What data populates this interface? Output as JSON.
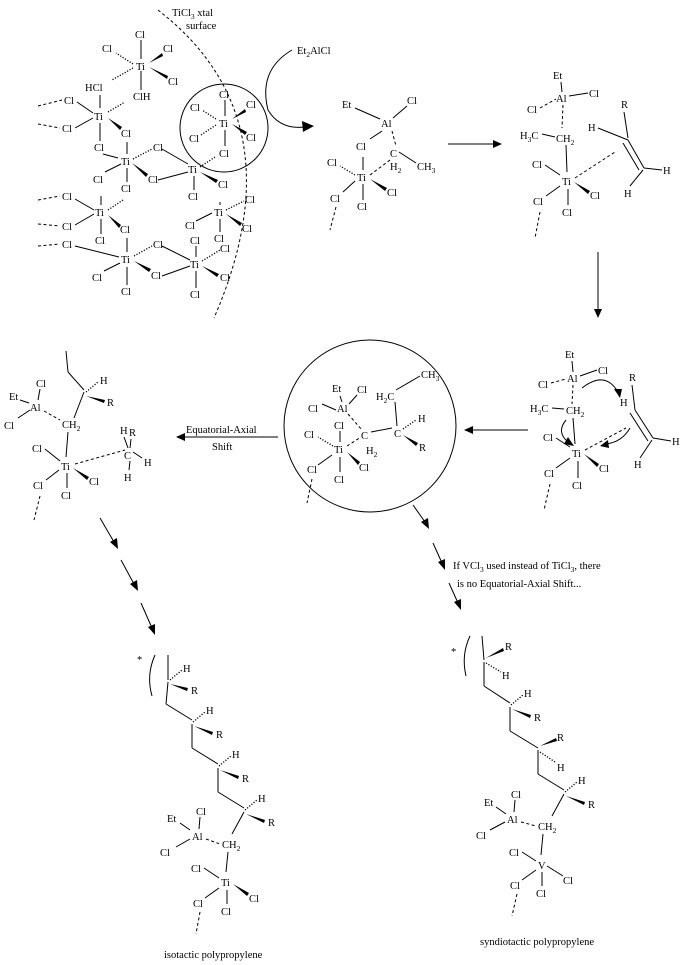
{
  "labels": {
    "surface_line1": "TiCl",
    "surface_line1_sub": "3",
    "surface_line1_rest": " xtal",
    "surface_line2": "surface",
    "reagent": "Et",
    "reagent_sub": "2",
    "reagent_rest": "AlCl",
    "shift_line1": "Equatorial-Axial",
    "shift_line2": "Shift",
    "note_line1": "If VCl",
    "note_line1_sub": "3",
    "note_line1_mid": " used instead of TiCl",
    "note_line1_sub2": "3",
    "note_line1_end": ", there",
    "note_line2": "is no Equatorial-Axial Shift...",
    "isotactic": "isotactic polypropylene",
    "syndiotactic": "syndiotactic polypropylene"
  },
  "atoms": {
    "Ti": "Ti",
    "Cl": "Cl",
    "Al": "Al",
    "Et": "Et",
    "V": "V",
    "C": "C",
    "H": "H",
    "R": "R",
    "HCl": "HCl",
    "ClH": "ClH",
    "CH": "CH",
    "H2": "H",
    "H3C": "H",
    "CH2": "CH",
    "CH3": "CH",
    "two": "2",
    "three": "3",
    "star": "*"
  }
}
